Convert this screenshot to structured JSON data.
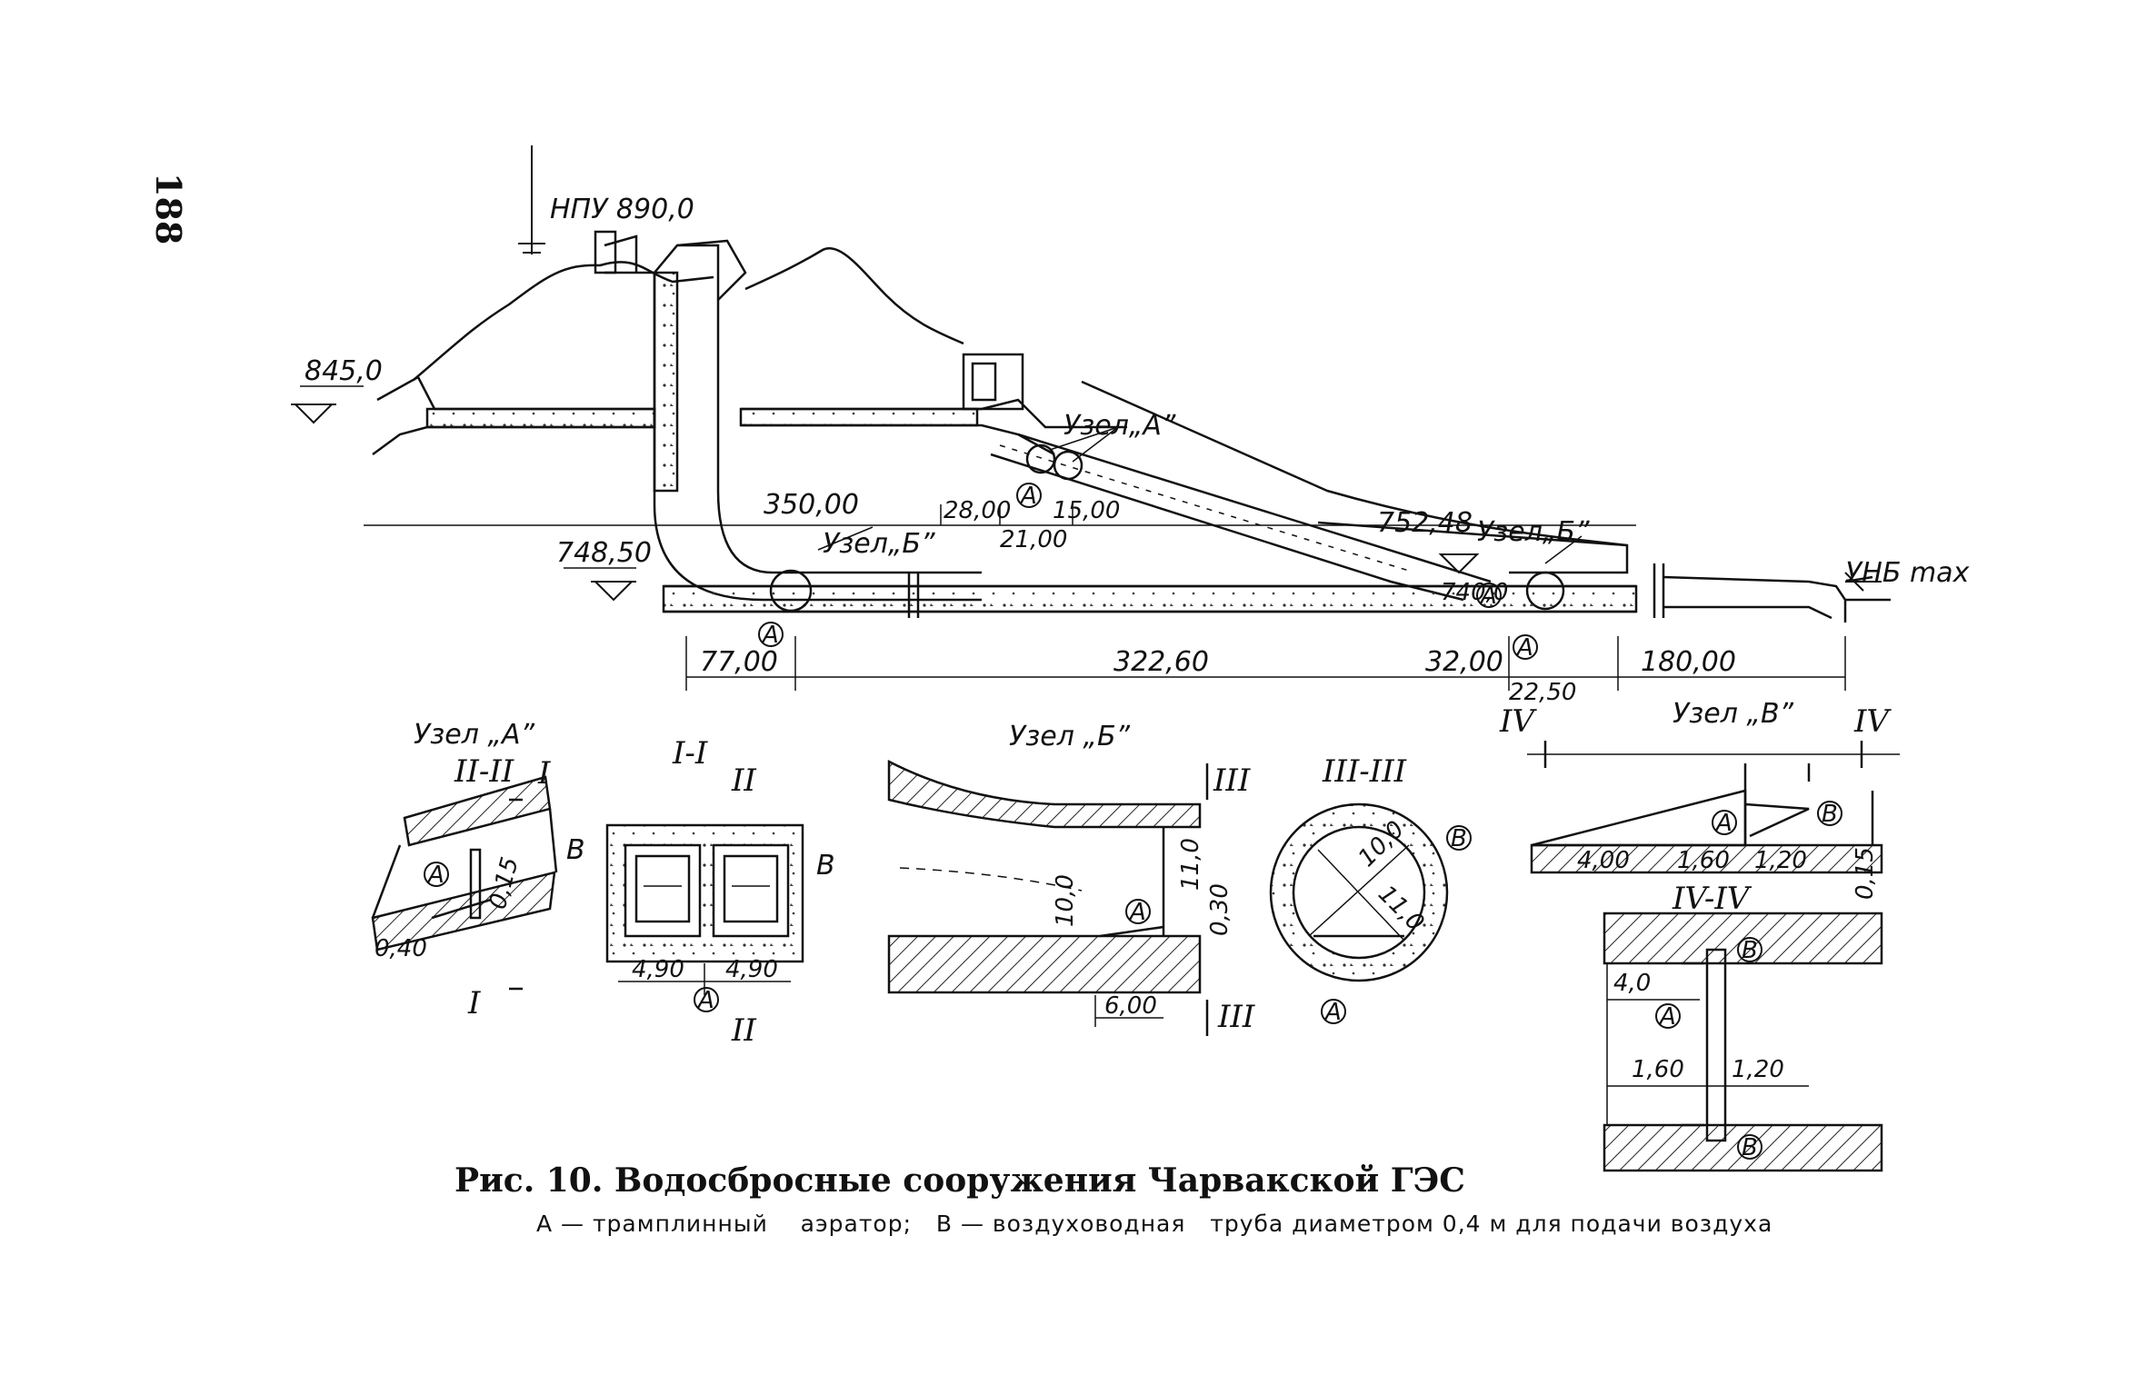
{
  "page_number": "188",
  "caption": {
    "title": "Рис. 10. Водосбросные сооружения Чарвакской ГЭС",
    "legend": "A — трамплинный    аэратор;   B — воздуховодная   труба диаметром 0,4 м для подачи воздуха"
  },
  "profile": {
    "npu": "НПУ 890,0",
    "elev_845": "845,0",
    "elev_748": "748,50",
    "elev_752": "752,48",
    "elev_740": "740,0",
    "unb": "УНБ max",
    "node_a": "Узел„А”",
    "node_b": "Узел„Б”",
    "node_b2": "Узел„Б”",
    "marker_a": "А",
    "dim_350": "350,00",
    "dim_28": "28,00",
    "dim_21": "21,00",
    "dim_15": "15,00",
    "dim_77": "77,00",
    "dim_322": "322,60",
    "dim_32": "32,00",
    "dim_22": "22,50",
    "dim_180": "180,00"
  },
  "detail_a": {
    "title": "Узел „А”",
    "section": "II-II",
    "cut": "I",
    "marker_a": "А",
    "marker_b": "B",
    "dim_015": "0,15",
    "dim_040": "0,40"
  },
  "section_1": {
    "title": "I-I",
    "cut": "II",
    "marker_a": "А",
    "marker_b": "B",
    "dim_left": "4,90",
    "dim_right": "4,90"
  },
  "detail_b": {
    "title": "Узел „Б”",
    "cut": "III",
    "marker_a": "А",
    "dim_10": "10,0",
    "dim_11": "11,0",
    "dim_030": "0,30",
    "dim_600": "6,00"
  },
  "section_3": {
    "title": "III-III",
    "marker_a": "А",
    "marker_b": "B",
    "dim_100": "10,0",
    "dim_110": "11,0"
  },
  "detail_v": {
    "title": "Узел „В”",
    "cut": "IV",
    "marker_a": "А",
    "marker_b": "B",
    "dim_400": "4,00",
    "dim_160": "1,60",
    "dim_120": "1,20",
    "dim_015": "0,15"
  },
  "section_4": {
    "title": "IV-IV",
    "marker_a": "А",
    "marker_b": "B",
    "dim_40": "4,0",
    "dim_160": "1,60",
    "dim_120": "1,20"
  }
}
